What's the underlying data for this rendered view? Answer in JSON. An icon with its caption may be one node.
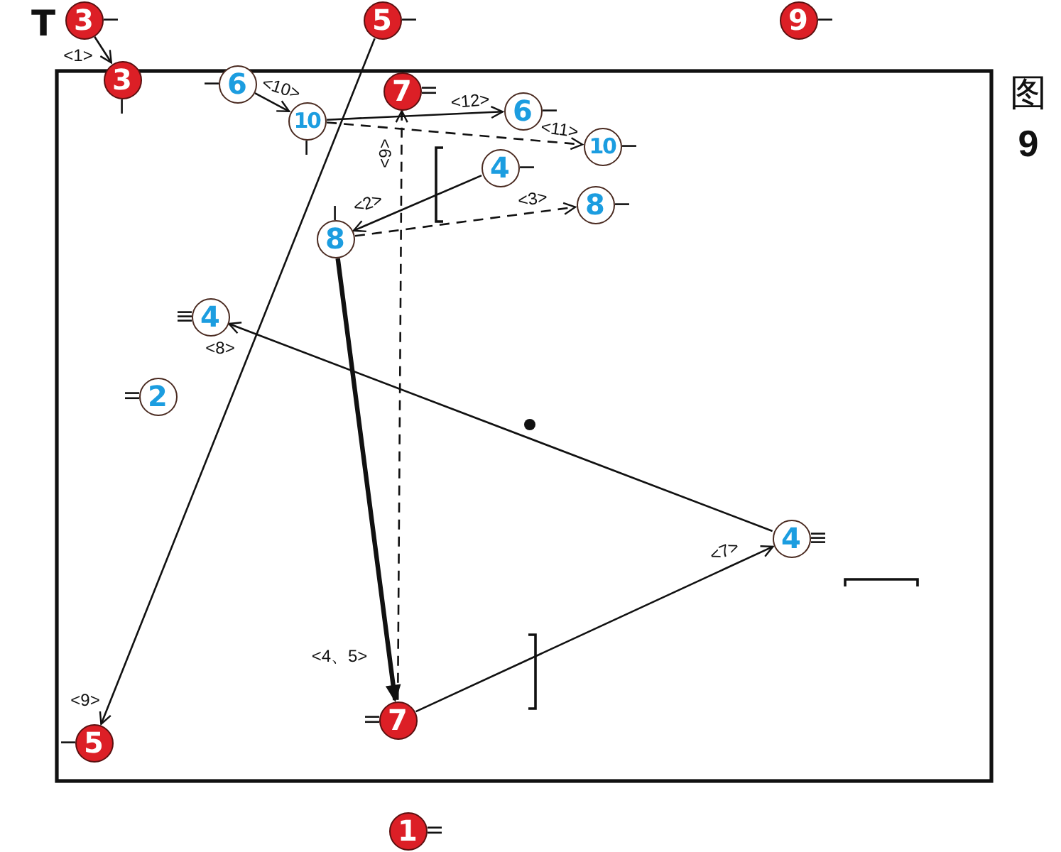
{
  "diagram": {
    "nodes": [
      {
        "text": [
          "3"
        ]
      },
      {
        "text": [
          "5"
        ]
      },
      {
        "text": [
          "9"
        ]
      },
      {
        "text": [
          "3"
        ]
      },
      {
        "text": [
          "6"
        ]
      },
      {
        "text": [
          "7"
        ]
      },
      {
        "text": [
          "6"
        ]
      },
      {
        "text": [
          "10"
        ]
      },
      {
        "text": [
          "10"
        ]
      },
      {
        "text": [
          "4"
        ]
      },
      {
        "text": [
          "8"
        ]
      },
      {
        "text": [
          "8"
        ]
      },
      {
        "text": [
          "4"
        ]
      },
      {
        "text": [
          "2"
        ]
      },
      {
        "text": [
          "4"
        ]
      },
      {
        "text": [
          "7"
        ]
      },
      {
        "text": [
          "5"
        ]
      },
      {
        "text": [
          "1"
        ]
      }
    ],
    "edges": [
      {
        "from": 0,
        "to": 3,
        "arrow": "to",
        "label": "<1>"
      },
      {
        "from": 9,
        "to": 11,
        "arrow": "to",
        "label": "<2>"
      },
      {
        "from": 11,
        "to": 10,
        "arrow": "to",
        "label": "<3>",
        "style": "dashed"
      },
      {
        "from": 11,
        "to": 15,
        "arrow": "to",
        "label": "<4、5>",
        "style": "thick"
      },
      {
        "from": 15,
        "to": 5,
        "arrow": "to",
        "label": "<6>",
        "style": "dashed"
      },
      {
        "from": 15,
        "to": 14,
        "arrow": "to",
        "label": "<7>"
      },
      {
        "from": 14,
        "to": 12,
        "arrow": "to",
        "label": "<8>"
      },
      {
        "from": 1,
        "to": 16,
        "arrow": "to",
        "label": "<9>"
      },
      {
        "from": 4,
        "to": 7,
        "arrow": "to",
        "label": "<10>"
      },
      {
        "from": 7,
        "to": 8,
        "arrow": "to",
        "label": "<11>",
        "style": "dashed"
      },
      {
        "from": 7,
        "to": 6,
        "arrow": "to",
        "label": "<12>"
      }
    ],
    "labels": [
      "T",
      "图**9**"
    ]
  }
}
